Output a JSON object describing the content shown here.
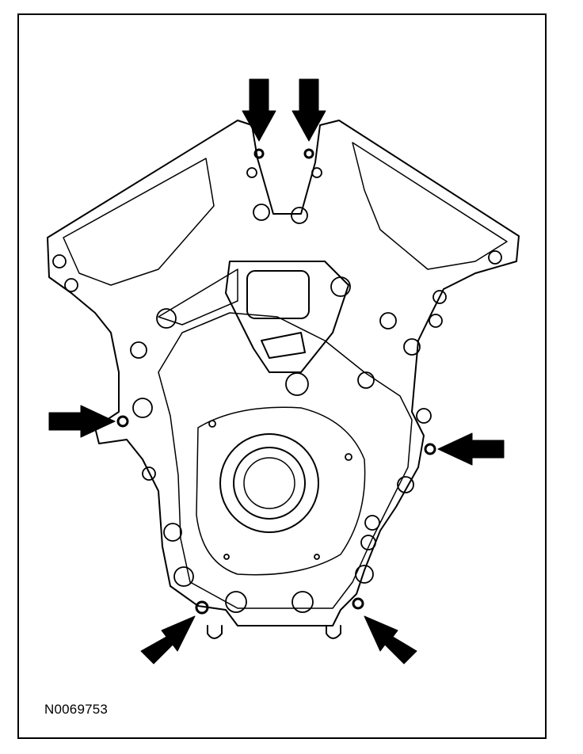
{
  "figure": {
    "reference_number": "N0069753",
    "colors": {
      "line": "#000000",
      "background": "#ffffff"
    },
    "callouts": [
      "arrow-top-left-bolt",
      "arrow-top-right-bolt",
      "arrow-left-bolt",
      "arrow-right-bolt",
      "arrow-bottom-left-bolt",
      "arrow-bottom-right-bolt"
    ]
  }
}
